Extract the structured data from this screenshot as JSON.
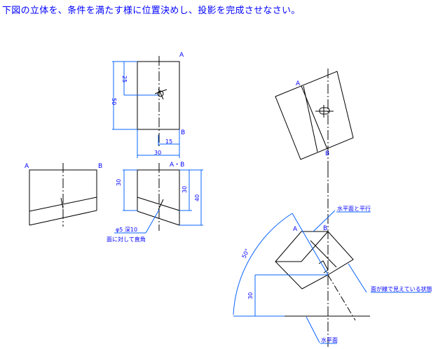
{
  "title": "下図の立体を、条件を満たす様に位置決めし、投影を完成させなさい。",
  "labels": {
    "a": "A",
    "b": "B",
    "ab": "A・B"
  },
  "dimensions": {
    "d50": "50",
    "d25": "25",
    "d15": "15",
    "d30": "30",
    "d40": "40",
    "angle": "50°"
  },
  "notes": {
    "hole": "φ5 深10",
    "perpendicular": "面に対して直角",
    "parallel_to_horizontal": "水平面と平行",
    "edge_view": "面が線で見えている状態",
    "horizontal_plane": "水平面"
  },
  "colors": {
    "annotation": "#0000ff",
    "dimension": "#0a64ff",
    "line": "#000000"
  }
}
